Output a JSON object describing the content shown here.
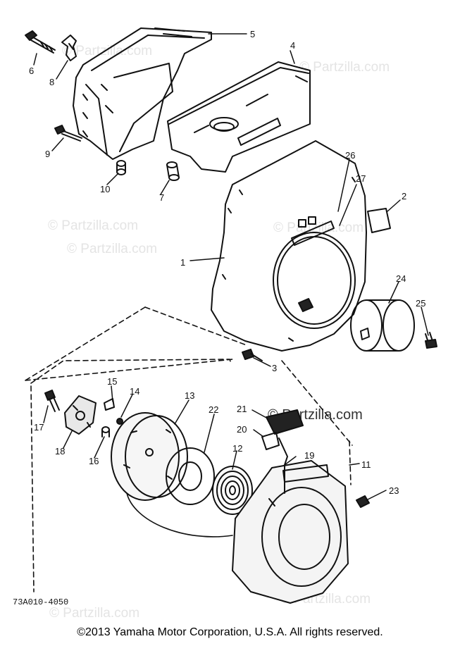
{
  "diagram": {
    "watermarks": [
      "© Partzilla.com",
      "© Partzilla.com",
      "© Partzilla.com",
      "© Partzilla.com",
      "© Partzilla.com",
      "© Partzilla.com",
      "© Partzilla.com",
      "© Partzilla.com"
    ],
    "callouts": [
      {
        "id": "1",
        "label": "1"
      },
      {
        "id": "2",
        "label": "2"
      },
      {
        "id": "3",
        "label": "3"
      },
      {
        "id": "4",
        "label": "4"
      },
      {
        "id": "5",
        "label": "5"
      },
      {
        "id": "6",
        "label": "6"
      },
      {
        "id": "7",
        "label": "7"
      },
      {
        "id": "8",
        "label": "8"
      },
      {
        "id": "9",
        "label": "9"
      },
      {
        "id": "10",
        "label": "10"
      },
      {
        "id": "11",
        "label": "11"
      },
      {
        "id": "12",
        "label": "12"
      },
      {
        "id": "13",
        "label": "13"
      },
      {
        "id": "14",
        "label": "14"
      },
      {
        "id": "15",
        "label": "15"
      },
      {
        "id": "16",
        "label": "16"
      },
      {
        "id": "17",
        "label": "17"
      },
      {
        "id": "18",
        "label": "18"
      },
      {
        "id": "19",
        "label": "19"
      },
      {
        "id": "20",
        "label": "20"
      },
      {
        "id": "21",
        "label": "21"
      },
      {
        "id": "22",
        "label": "22"
      },
      {
        "id": "23",
        "label": "23"
      },
      {
        "id": "24",
        "label": "24"
      },
      {
        "id": "25",
        "label": "25"
      },
      {
        "id": "26",
        "label": "26"
      },
      {
        "id": "27",
        "label": "27"
      }
    ],
    "part_code": "73A010-4050",
    "copyright": "©2013  Yamaha Motor Corporation, U.S.A. All rights reserved."
  }
}
